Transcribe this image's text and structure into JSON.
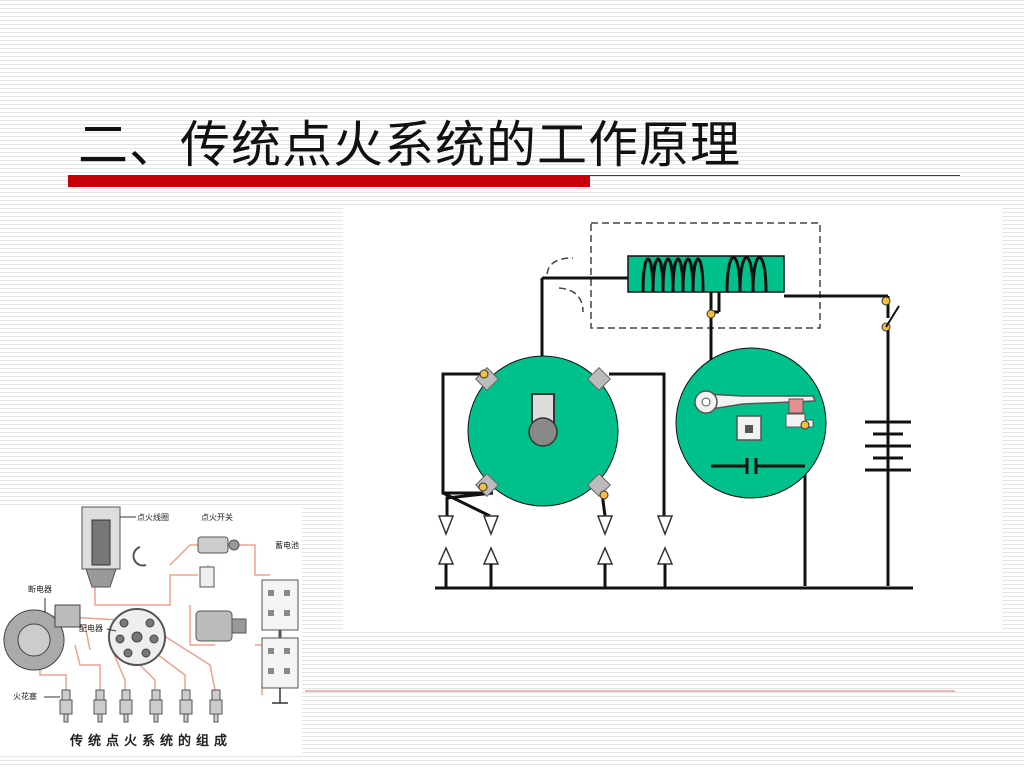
{
  "slide": {
    "title": "二、传统点火系统的工作原理"
  },
  "diagram": {
    "labels": {
      "ignition_coil": "点火线圈",
      "ignition_switch": "点火开关",
      "battery": "蓄电池",
      "breaker": "断电器",
      "distributor": "配电器",
      "spark_plug": "火花塞"
    },
    "caption": "传统点火系统的组成"
  },
  "colors": {
    "accent_red": "#c8000a",
    "rotor_green": "#00c08b",
    "wire_pink": "#f0a090"
  }
}
